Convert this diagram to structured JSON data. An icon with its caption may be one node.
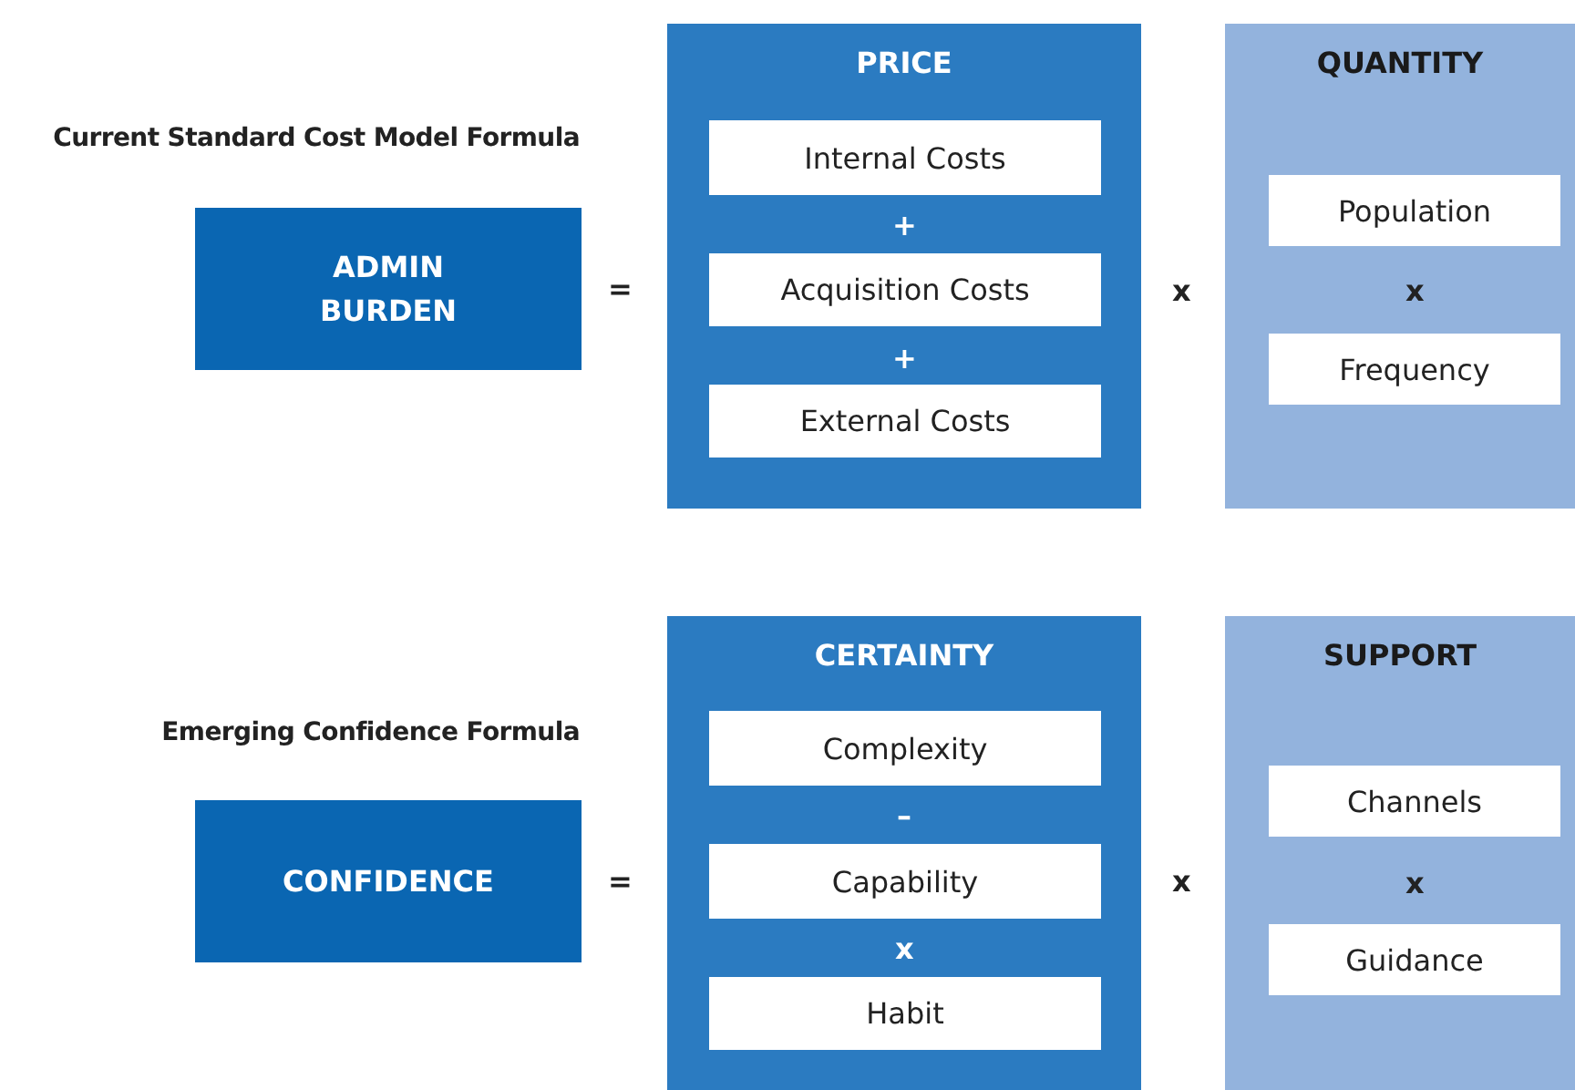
{
  "diagram": {
    "nodes": [
      {
        "text": [
          "PRICE"
        ]
      },
      {
        "text": [
          "Internal Costs"
        ],
        "in": 0
      },
      {
        "text": [
          "Acquisition Costs"
        ],
        "in": 0
      },
      {
        "text": [
          "External Costs"
        ],
        "in": 0
      },
      {
        "text": [
          "QUANTITY"
        ]
      },
      {
        "text": [
          "Population"
        ],
        "in": 4
      },
      {
        "text": [
          "Frequency"
        ],
        "in": 4
      },
      {
        "text": [
          "ADMIN BURDEN"
        ]
      },
      {
        "text": [
          "CERTAINTY"
        ]
      },
      {
        "text": [
          "Complexity"
        ],
        "in": 8
      },
      {
        "text": [
          "Capability"
        ],
        "in": 8
      },
      {
        "text": [
          "Habit"
        ],
        "in": 8
      },
      {
        "text": [
          "SUPPORT"
        ]
      },
      {
        "text": [
          "Channels"
        ],
        "in": 12
      },
      {
        "text": [
          "Guidance"
        ],
        "in": 12
      },
      {
        "text": [
          "CONFIDENCE"
        ]
      }
    ],
    "edges": [],
    "labels": [
      "Current Standard Cost Model Formula",
      "=",
      "+",
      "x",
      "x",
      "+",
      "Emerging Confidence Formula",
      "=",
      "–",
      "x",
      "x",
      "x"
    ]
  }
}
